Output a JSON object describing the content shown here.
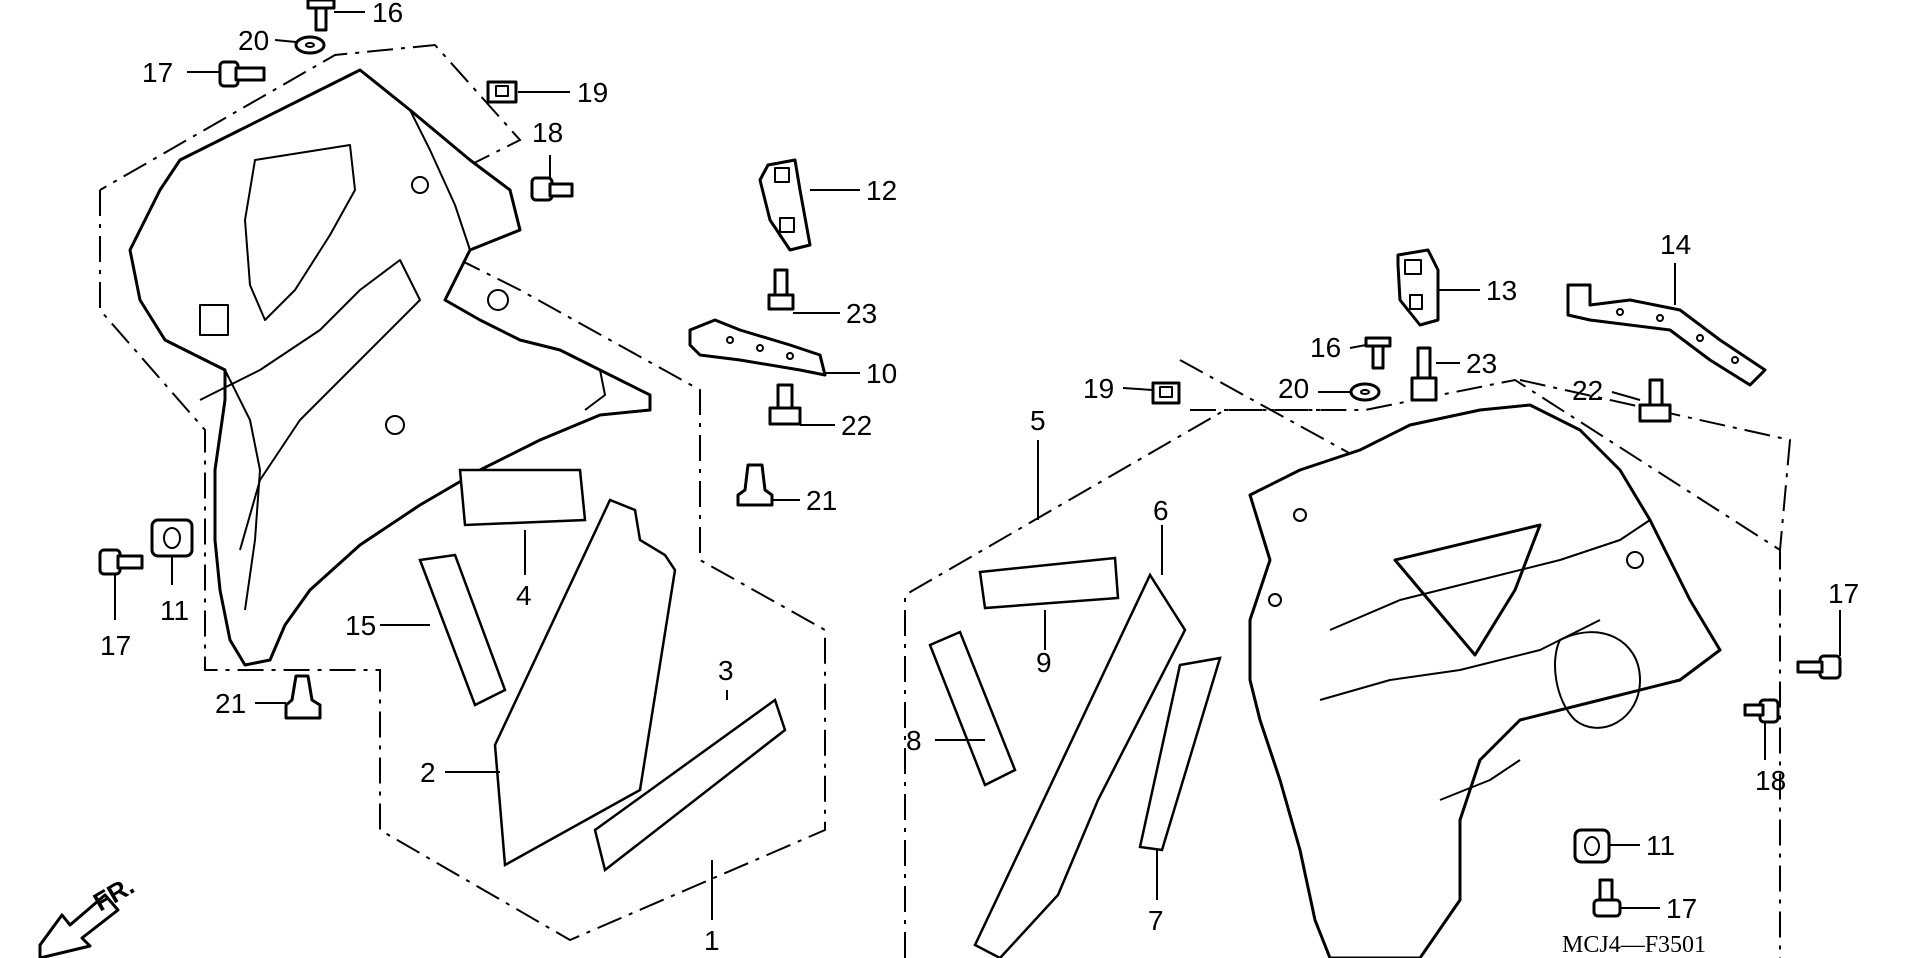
{
  "diagram": {
    "callouts": {
      "l16": "16",
      "l17a": "17",
      "l20a": "20",
      "l19a": "19",
      "l18a": "18",
      "l12": "12",
      "l23a": "23",
      "l10": "10",
      "l22a": "22",
      "l21a": "21",
      "l11a": "11",
      "l17b": "17",
      "l4": "4",
      "l15": "15",
      "l21b": "21",
      "l2": "2",
      "l3": "3",
      "l1": "1",
      "l14": "14",
      "l13": "13",
      "l16b": "16",
      "l23b": "23",
      "l19b": "19",
      "l20b": "20",
      "l22b": "22",
      "l5": "5",
      "l6": "6",
      "l9": "9",
      "l8": "8",
      "l7": "7",
      "l17c": "17",
      "l18b": "18",
      "l11b": "11",
      "l17d": "17"
    },
    "direction_label": "FR.",
    "figure_code": "MCJ4—F3501",
    "foam_fill": "#ffffff"
  }
}
